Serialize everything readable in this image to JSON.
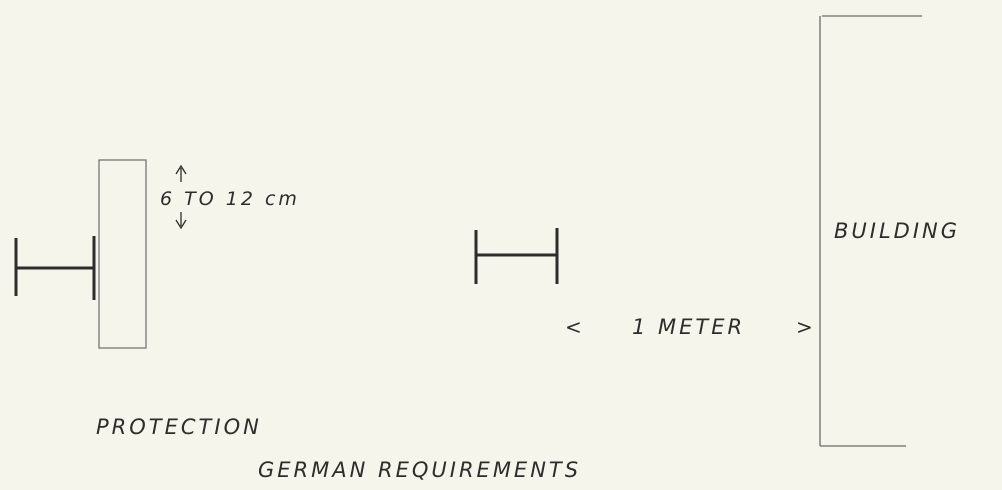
{
  "diagram": {
    "gap_label": "6 TO 12 cm",
    "building_label": "BUILDING",
    "distance_label": "1 METER",
    "distance_arrow_left": "<",
    "distance_arrow_right": ">",
    "protection_label": "PROTECTION",
    "caption": "GERMAN REQUIREMENTS",
    "colors": {
      "background": "#f6f5ec",
      "ink": "#2d2d2d",
      "thin_line": "#6a6a6a"
    }
  }
}
